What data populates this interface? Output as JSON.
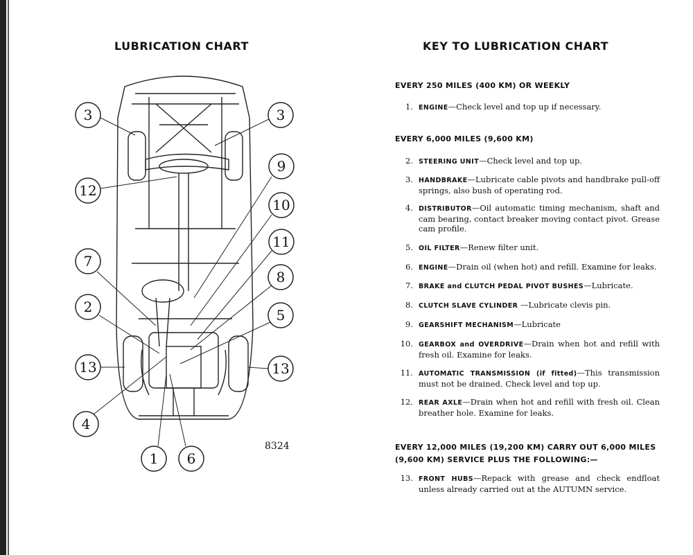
{
  "left_page": {
    "title": "LUBRICATION CHART",
    "figure_number": "8324",
    "callouts": [
      "3",
      "3",
      "12",
      "9",
      "10",
      "11",
      "7",
      "8",
      "2",
      "5",
      "13",
      "13",
      "4",
      "1",
      "6"
    ]
  },
  "right_page": {
    "title": "KEY TO LUBRICATION CHART",
    "sections": [
      {
        "heading": "EVERY 250 MILES (400 KM) OR WEEKLY"
      },
      {
        "heading": "EVERY 6,000 MILES (9,600 KM)"
      },
      {
        "heading": "EVERY 12,000 MILES (19,200 KM) CARRY OUT 6,000 MILES (9,600 KM) SERVICE PLUS THE FOLLOWING:—"
      }
    ],
    "items": [
      {
        "num": "1.",
        "label": "ENGINE",
        "text": "—Check level and top up if necessary."
      },
      {
        "num": "2.",
        "label": "STEERING UNIT",
        "text": "—Check level and top up."
      },
      {
        "num": "3.",
        "label": "HANDBRAKE",
        "text": "—Lubricate cable pivots and handbrake pull-off springs, also bush of operating rod."
      },
      {
        "num": "4.",
        "label": "DISTRIBUTOR",
        "text": "—Oil automatic timing mechanism, shaft and cam bearing, contact breaker moving contact pivot. Grease cam profile."
      },
      {
        "num": "5.",
        "label": "OIL FILTER",
        "text": "—Renew filter unit."
      },
      {
        "num": "6.",
        "label": "ENGINE",
        "text": "—Drain oil (when hot) and refill. Examine for leaks."
      },
      {
        "num": "7.",
        "label": "BRAKE and CLUTCH PEDAL PIVOT BUSHES",
        "text": "—Lubricate."
      },
      {
        "num": "8.",
        "label": "CLUTCH SLAVE CYLINDER",
        "text": " —Lubricate clevis pin."
      },
      {
        "num": "9.",
        "label": "GEARSHIFT MECHANISM",
        "text": "—Lubricate"
      },
      {
        "num": "10.",
        "label": "GEARBOX and OVERDRIVE",
        "text": "—Drain when hot and refill with fresh oil. Examine for leaks."
      },
      {
        "num": "11.",
        "label": "AUTOMATIC TRANSMISSION (if fitted)",
        "text": "—This transmission must not be drained. Check level and top up."
      },
      {
        "num": "12.",
        "label": "REAR AXLE",
        "text": "—Drain when hot and refill with fresh oil. Clean breather hole. Examine for leaks."
      },
      {
        "num": "13.",
        "label": "FRONT HUBS",
        "text": "—Repack with grease and check endfloat unless already carried out at the AUTUMN service."
      }
    ]
  }
}
